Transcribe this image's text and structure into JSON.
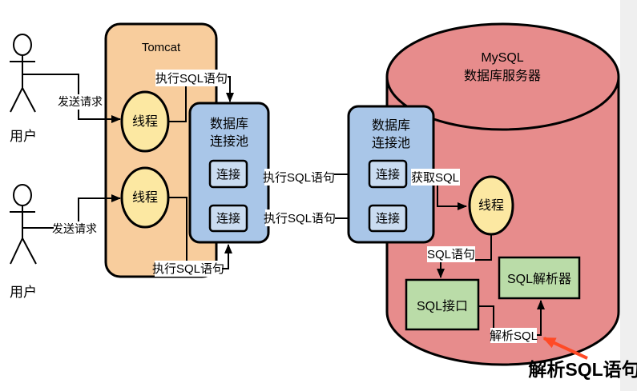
{
  "colors": {
    "tomcat_fill": "#F8CD9D",
    "pool_fill": "#A9C6E8",
    "connection_fill": "#CADCF1",
    "thread_fill": "#FCE8A2",
    "mysql_fill": "#E78C8C",
    "module_fill": "#BADCA8",
    "actor_head_fill": "#C98FC0",
    "annotation_color": "#FF4A26",
    "right_margin_strip": "#EFEFEF"
  },
  "actors": {
    "user1": {
      "label": "用户",
      "request_label": "发送请求"
    },
    "user2": {
      "label": "用户",
      "request_label": "发送请求"
    }
  },
  "tomcat": {
    "title": "Tomcat",
    "thread1": "线程",
    "thread2": "线程",
    "exec_sql_top": "执行SQL语句",
    "exec_sql_bottom": "执行SQL语句"
  },
  "pool1": {
    "title_line1": "数据库",
    "title_line2": "连接池",
    "conn1": "连接",
    "conn2": "连接"
  },
  "pool2": {
    "title_line1": "数据库",
    "title_line2": "连接池",
    "conn1": "连接",
    "conn2": "连接"
  },
  "edges": {
    "exec_sql_row1": "执行SQL语句",
    "exec_sql_row2": "执行SQL语句",
    "fetch_sql": "获取SQL",
    "sql_statement": "SQL语句",
    "parse_sql": "解析SQL"
  },
  "mysql": {
    "title_line1": "MySQL",
    "title_line2": "数据库服务器",
    "thread": "线程",
    "sql_interface": "SQL接口",
    "sql_parser": "SQL解析器"
  },
  "annotation": {
    "text": "解析SQL语句"
  }
}
